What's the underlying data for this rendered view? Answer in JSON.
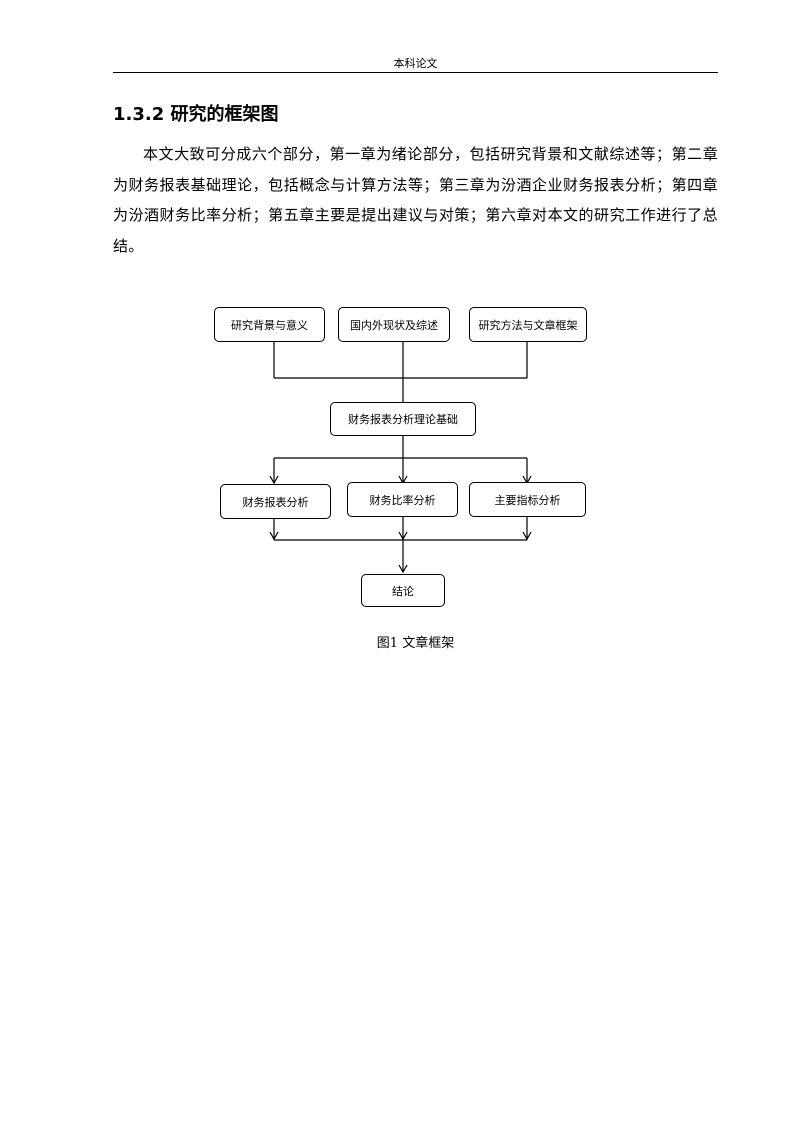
{
  "header": {
    "title": "本科论文"
  },
  "section": {
    "number": "1.3.2",
    "title": "研究的框架图"
  },
  "body": {
    "paragraph": "本文大致可分成六个部分，第一章为绪论部分，包括研究背景和文献综述等；第二章为财务报表基础理论，包括概念与计算方法等；第三章为汾酒企业财务报表分析；第四章为汾酒财务比率分析；第五章主要是提出建议与对策；第六章对本文的研究工作进行了总结。"
  },
  "figure": {
    "top_boxes": [
      "研究背景与意义",
      "国内外现状及综述",
      "研究方法与文章框架"
    ],
    "middle_box": "财务报表分析理论基础",
    "analysis_boxes": [
      "财务报表分析",
      "财务比率分析",
      "主要指标分析"
    ],
    "bottom_box": "结论",
    "caption": "图1  文章框架"
  }
}
